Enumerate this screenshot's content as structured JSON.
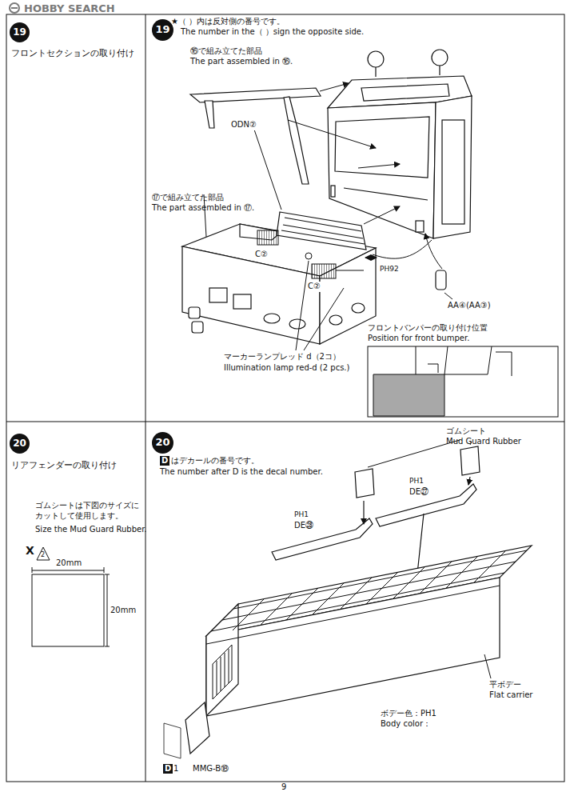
{
  "diagram": {
    "nodes": [
      {
        "text": [
          "19"
        ]
      },
      {
        "text": [
          "19"
        ]
      },
      {
        "text": [
          "フロントバンパーの取り付け位置",
          "Position for front bumper."
        ]
      },
      {
        "text": [
          "20"
        ]
      },
      {
        "text": [
          "20"
        ]
      }
    ],
    "labels": [
      "HOBBY SEARCH",
      "フロントセクションの取り付け",
      "★（ ）内は反対側の番号です。",
      "The number in the（ ）sign the opposite side.",
      "⑯で組み立てた部品",
      "The part assembled in ⑯.",
      "ODN②",
      "⑰で組み立てた部品",
      "The part assembled in ⑰.",
      "C②",
      "PH92",
      "C②",
      "AA④(AA③)",
      "マーカーランプレッド d（2コ）",
      "Illumination lamp red-d (2 pcs.)",
      "リアフェンダーの取り付け",
      "ゴムシートは下図のサイズに カットして使用します。",
      "Size the Mud Guard Rubber.",
      "X",
      "2",
      "20mm",
      "20mm",
      "D",
      "はデカールの番号です。",
      "The number after D is the decal number.",
      "ゴムシート",
      "Mud Guard Rubber",
      "PH1",
      "DE㉗",
      "PH1",
      "DE㉘",
      "平ボデー",
      "Flat carrier",
      "ボデー色：PH1",
      "Body color：",
      "D",
      "1",
      "MMG-B⑱",
      "9"
    ]
  }
}
